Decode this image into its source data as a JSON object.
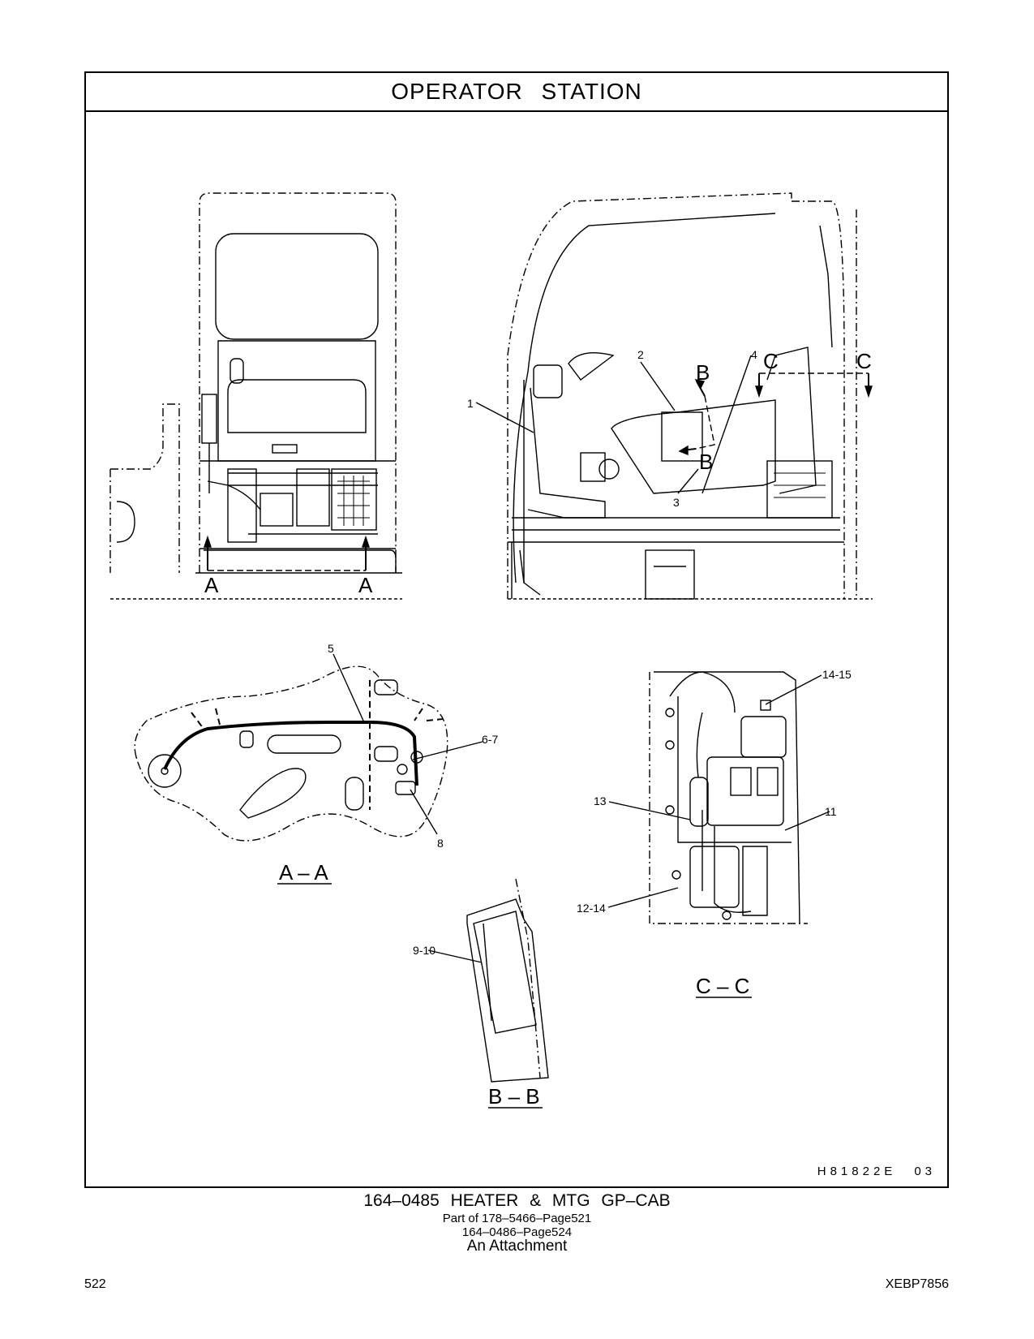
{
  "title": "OPERATOR   STATION",
  "drawing_code": {
    "id": "H81822E",
    "rev": "03"
  },
  "callouts": {
    "c1": "1",
    "c2": "2",
    "c3": "3",
    "c4": "4",
    "c5": "5",
    "c67": "6-7",
    "c8": "8",
    "c910": "9-10",
    "c11": "11",
    "c1214": "12-14",
    "c13": "13",
    "c1415": "14-15"
  },
  "section_marks": {
    "a": "A",
    "b": "B",
    "c": "C"
  },
  "views": {
    "aa": "A – A",
    "bb": "B – B",
    "cc": "C – C"
  },
  "caption": {
    "line1": "164–0485  HEATER  &  MTG  GP–CAB",
    "line2": "Part of 178–5466–Page521",
    "line3": "164–0486–Page524",
    "line4": "An Attachment"
  },
  "footer": {
    "page": "522",
    "doc_id": "XEBP7856"
  }
}
